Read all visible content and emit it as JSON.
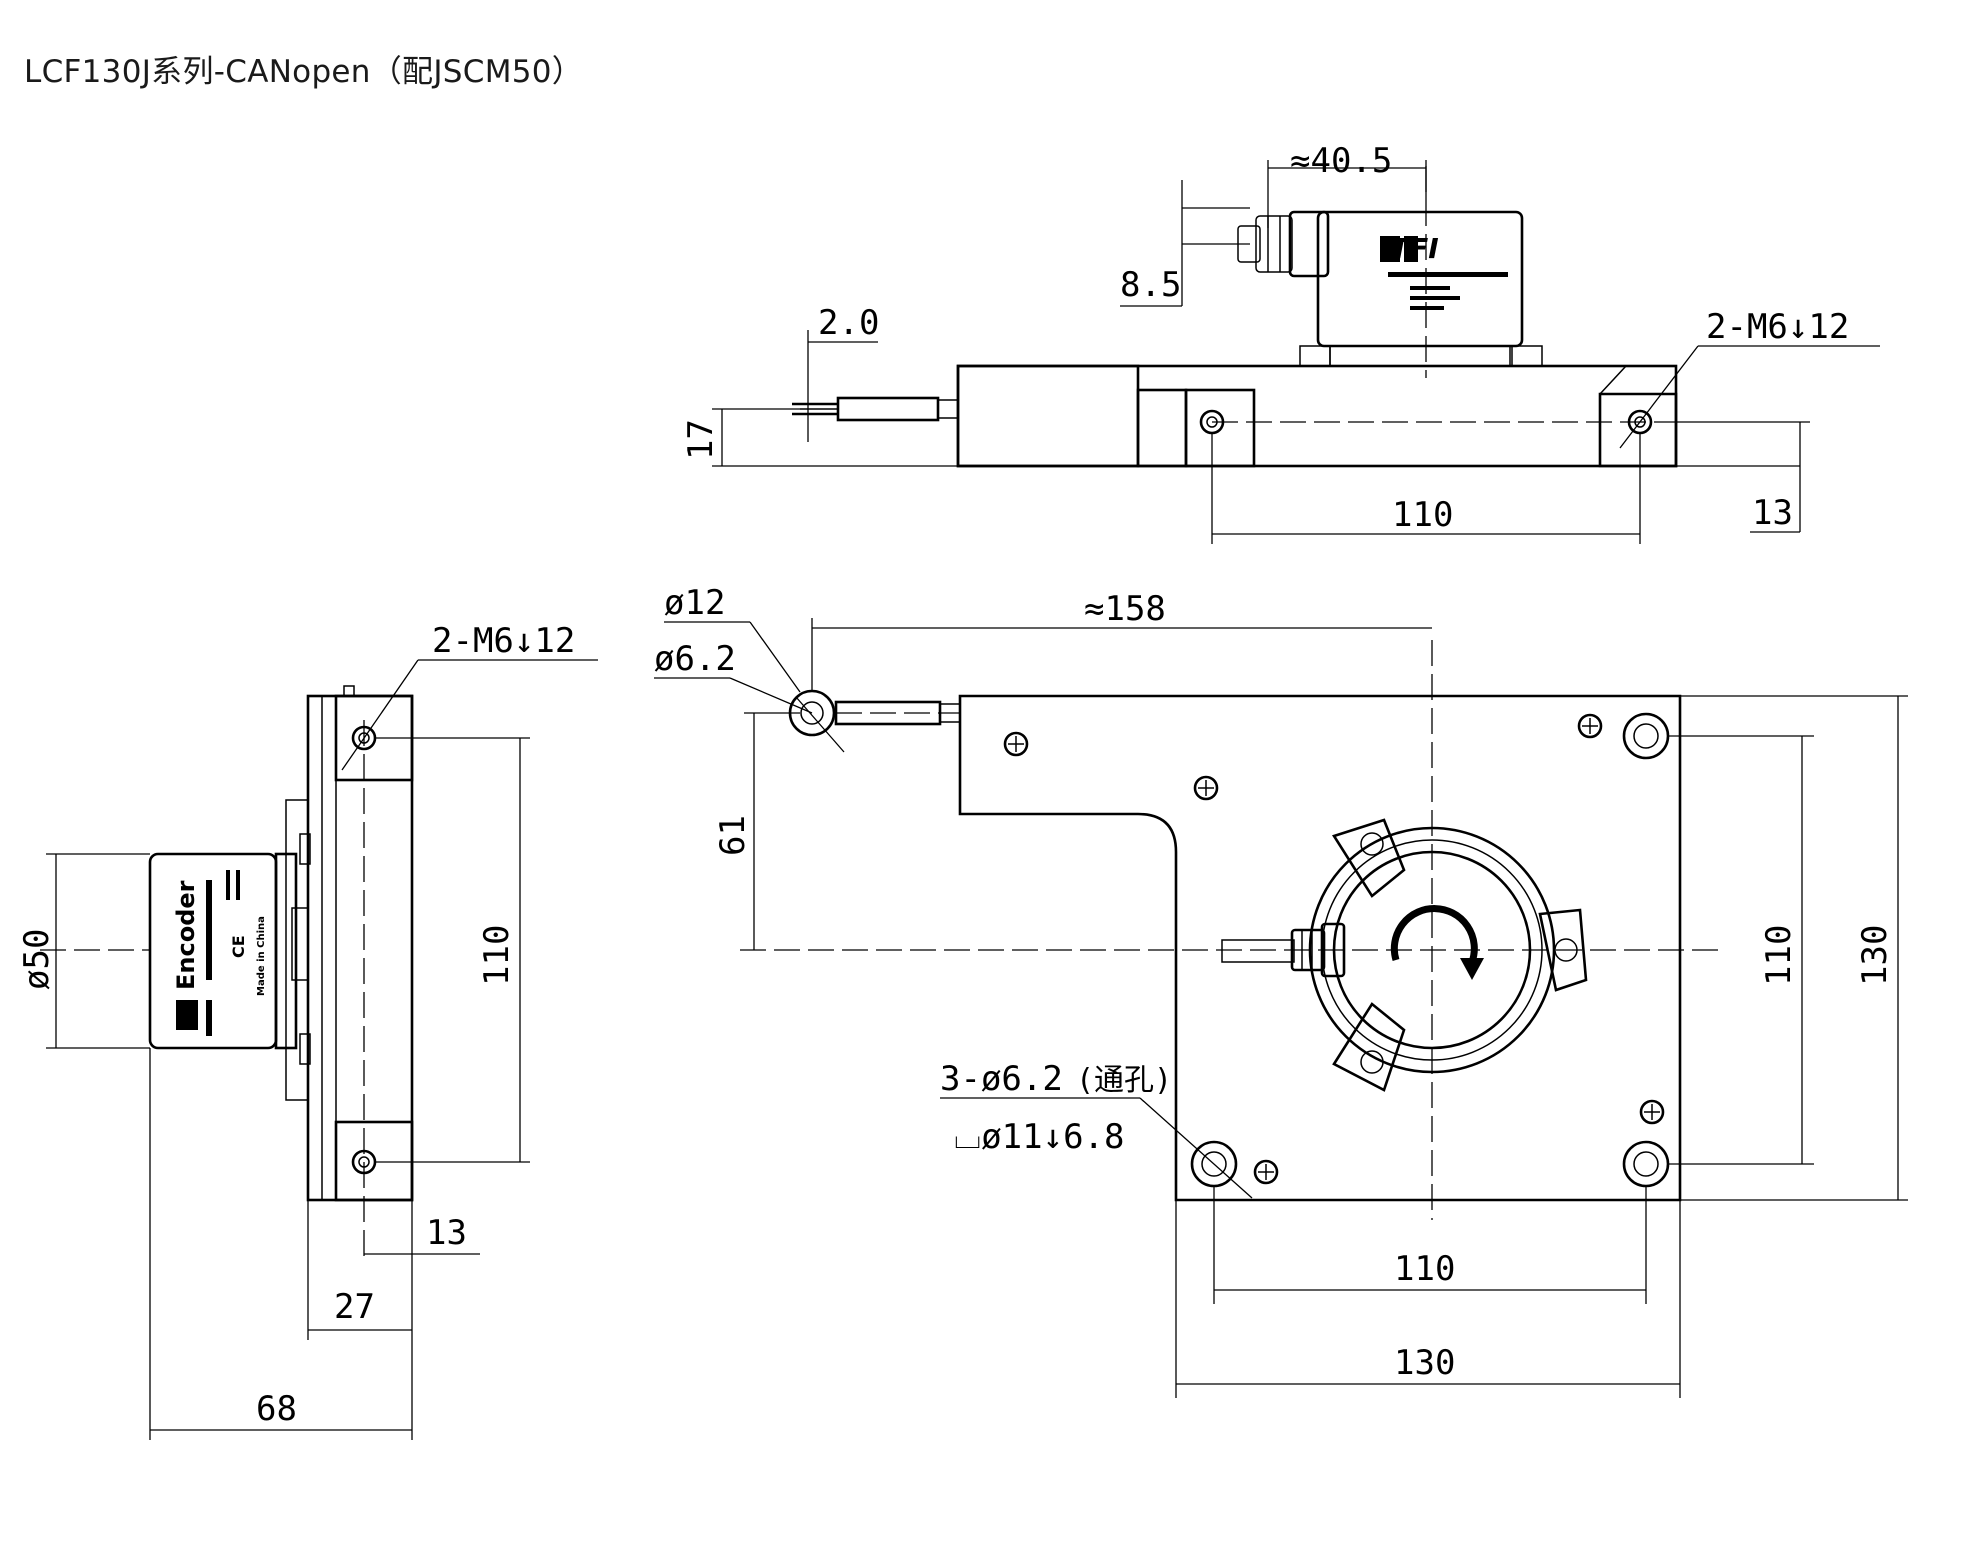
{
  "title": "LCF130J系列-CANopen（配JSCM50）",
  "dimensions": {
    "top_cable_width": "≈40.5",
    "top_connector_height": "8.5",
    "top_wire_dia": "2.0",
    "top_height": "17",
    "top_mount_tap": "2-M6↓12",
    "top_hole_spacing": "110",
    "top_hole_height": "13",
    "side_mount_tap": "2-M6↓12",
    "side_encoder_dia": "ø50",
    "side_hole_spacing": "110",
    "side_hole_offset": "13",
    "side_body_depth": "27",
    "side_total_depth": "68",
    "front_ring_od": "ø12",
    "front_ring_id": "ø6.2",
    "front_overall_width": "≈158",
    "front_wire_offset": "61",
    "front_through_holes": "3-ø6.2",
    "front_through_note": "(通孔)",
    "front_counterbore": "⌴ø11↓6.8",
    "front_hole_spacing_v": "110",
    "front_height": "130",
    "front_hole_spacing_h": "110",
    "front_width": "130"
  },
  "labels": {
    "encoder": "Encoder",
    "ce_mark": "CE",
    "made_in": "Made in China",
    "brand": "TFI"
  }
}
